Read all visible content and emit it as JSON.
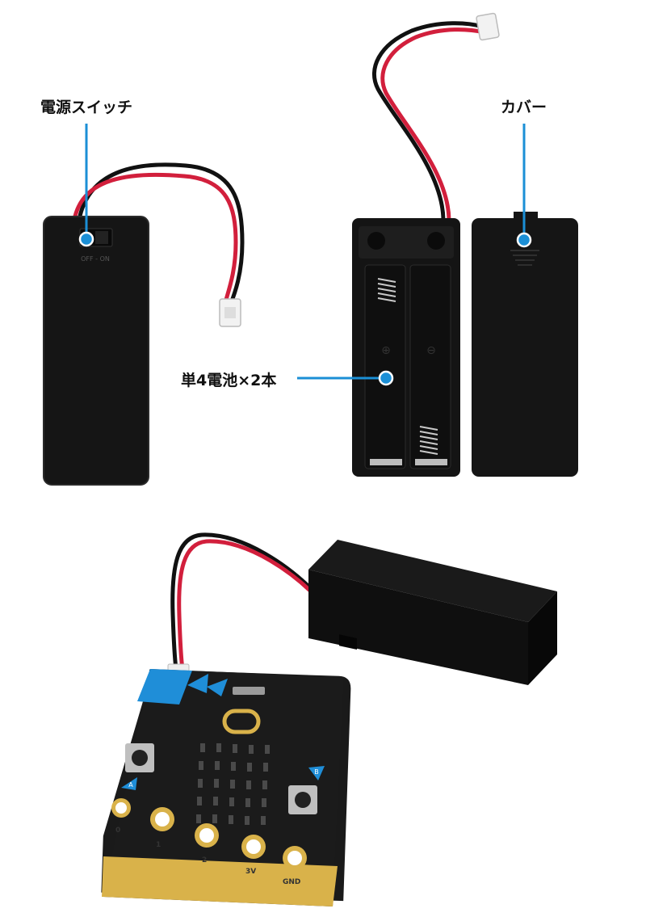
{
  "labels": {
    "power_switch": "電源スイッチ",
    "cover": "カバー",
    "batteries": "単4電池×2本"
  },
  "case_markings": {
    "switch_text": "OFF - ON"
  },
  "board_pins": {
    "p0": "0",
    "p1": "1",
    "p2": "2",
    "p3v": "3V",
    "gnd": "GND"
  },
  "board_buttons": {
    "a": "A",
    "b": "B"
  },
  "colors": {
    "callout": "#1b8fd6",
    "case": "#141414",
    "board": "#1a1a1a",
    "board_accent": "#1f8ed8",
    "gold": "#d9b24a",
    "wire_red": "#d21f3c",
    "wire_black": "#111111"
  }
}
